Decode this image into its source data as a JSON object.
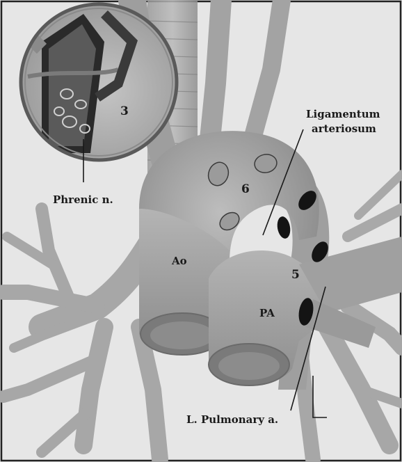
{
  "labels": {
    "node_3": "3",
    "phrenic": "Phrenic n.",
    "ligamentum_line1": "Ligamentum",
    "ligamentum_line2": "arteriosum",
    "node_6": "6",
    "ao": "Ao",
    "node_5": "5",
    "pa": "PA",
    "left_pulmonary": "L. Pulmonary a."
  },
  "colors": {
    "background": "#e6e6e6",
    "vessel": "#a9a9a9",
    "vessel_dark": "#8a8a8a",
    "lymph_node_light": "#9b9b9b",
    "lymph_node_dark": "#141414",
    "leader_line": "#1a1a1a"
  }
}
